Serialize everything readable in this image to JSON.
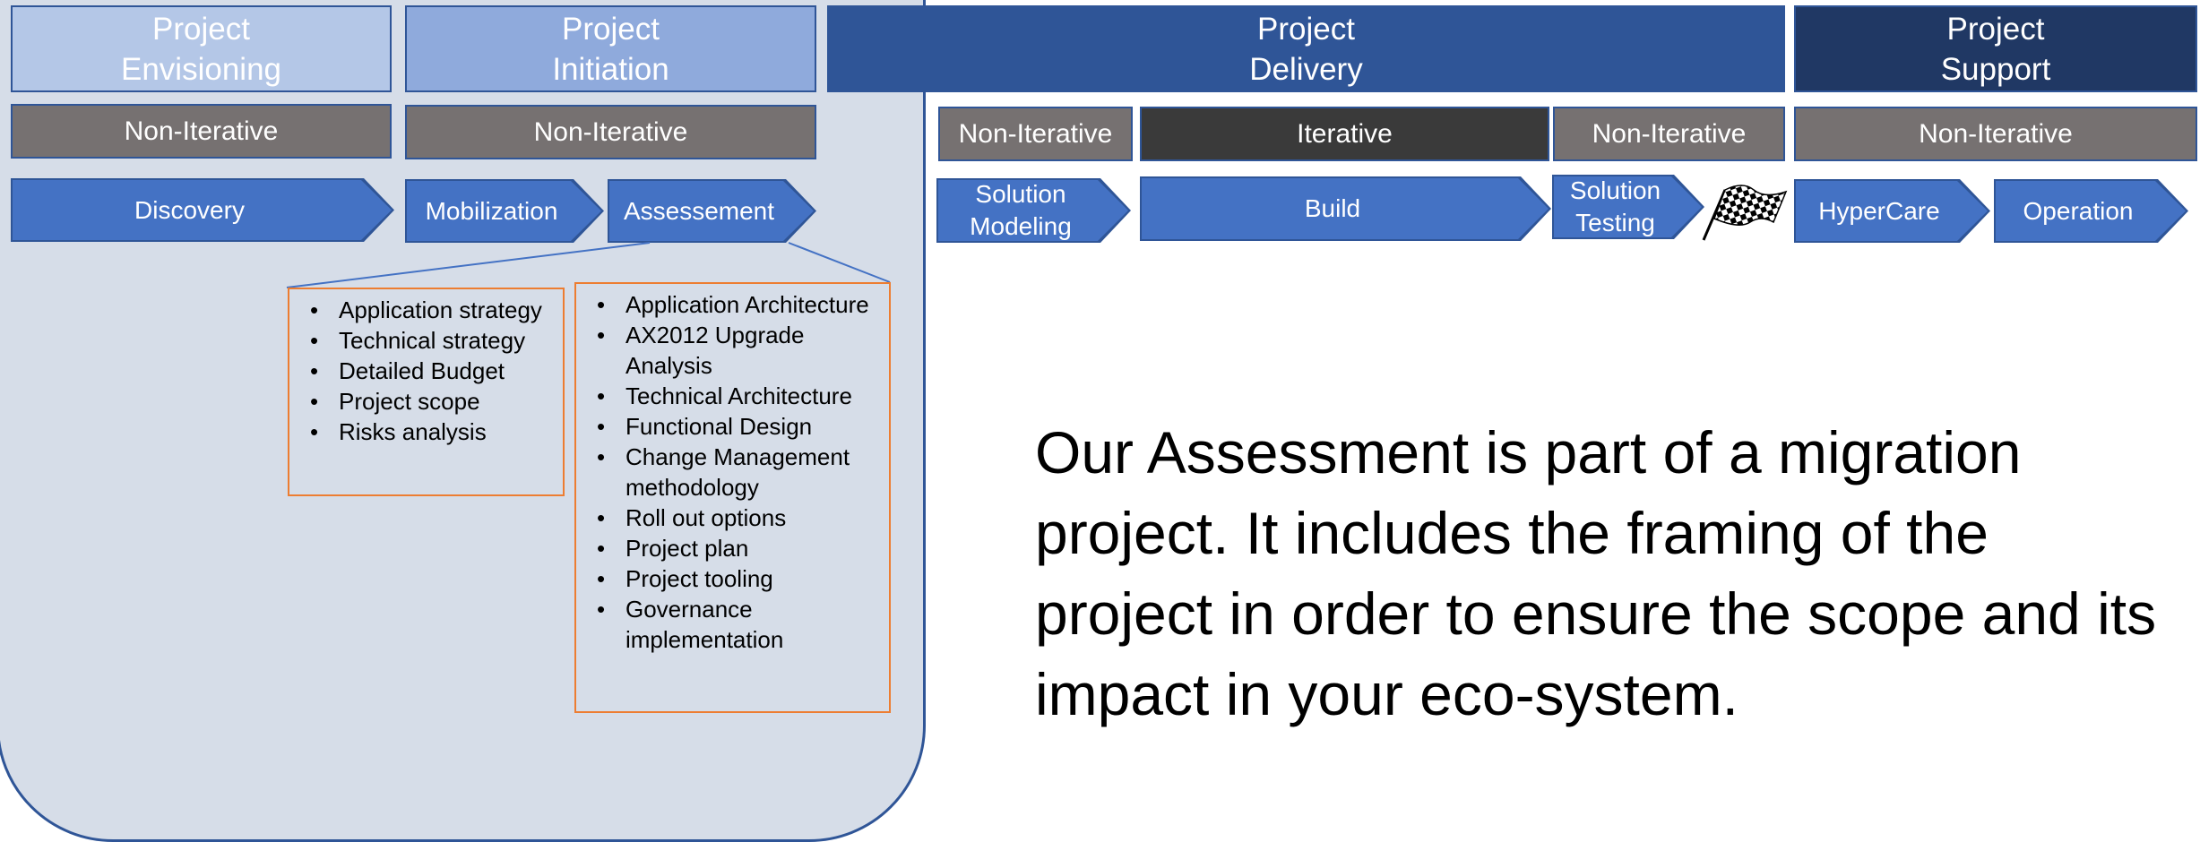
{
  "phases": {
    "envisioning": {
      "line1": "Project",
      "line2": "Envisioning"
    },
    "initiation": {
      "line1": "Project",
      "line2": "Initiation"
    },
    "delivery": {
      "line1": "Project",
      "line2": "Delivery"
    },
    "support": {
      "line1": "Project",
      "line2": "Support"
    }
  },
  "iterations": {
    "envisioning": "Non-Iterative",
    "initiation": "Non-Iterative",
    "delivery_modeling": "Non-Iterative",
    "delivery_build": "Iterative",
    "delivery_testing": "Non-Iterative",
    "support": "Non-Iterative"
  },
  "steps": {
    "discovery": "Discovery",
    "mobilization": "Mobilization",
    "assessement": "Assessement",
    "solution_modeling": {
      "line1": "Solution",
      "line2": "Modeling"
    },
    "build": "Build",
    "solution_testing": {
      "line1": "Solution",
      "line2": "Testing"
    },
    "hypercare": "HyperCare",
    "operation": "Operation"
  },
  "mobilization_details": [
    "Application strategy",
    "Technical strategy",
    "Detailed Budget",
    "Project scope",
    "Risks analysis"
  ],
  "assessment_details": [
    "Application Architecture",
    "AX2012 Upgrade Analysis",
    "Technical Architecture",
    "Functional Design",
    "Change Management methodology",
    "Roll out options",
    "Project plan",
    "Project tooling",
    "Governance implementation"
  ],
  "statement": "Our Assessment is part of a migration project. It includes the framing of the project in order to ensure the scope and its impact in  your eco-system.",
  "colors": {
    "phase_envisioning": "#b4c7e7",
    "phase_initiation": "#8faadc",
    "phase_delivery": "#2f5597",
    "phase_support": "#203864",
    "non_iterative": "#767171",
    "iterative": "#3a3a3a",
    "step": "#4472c4",
    "detail_border": "#ed7d31",
    "panel": "#d6dde8"
  },
  "icons": {
    "finish": "checkered-flag-icon"
  }
}
